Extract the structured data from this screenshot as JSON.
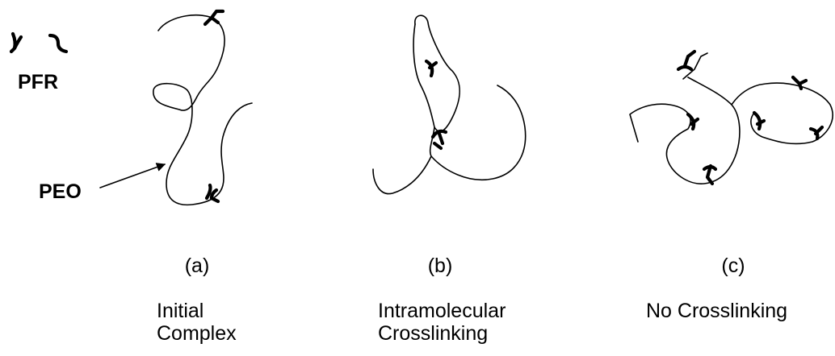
{
  "legend": {
    "pfr_label": "PFR",
    "peo_label": "PEO"
  },
  "panels": [
    {
      "tag": "(a)",
      "caption_line1": "Initial",
      "caption_line2": "Complex"
    },
    {
      "tag": "(b)",
      "caption_line1": "Intramolecular",
      "caption_line2": "Crosslinking"
    },
    {
      "tag": "(c)",
      "caption_line1": "No Crosslinking",
      "caption_line2": ""
    }
  ]
}
